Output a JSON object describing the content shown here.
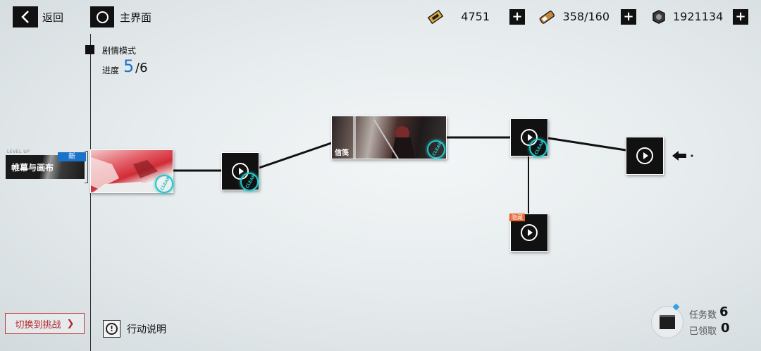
{
  "topbar": {
    "back_label": "返回",
    "home_label": "主界面",
    "resources": [
      {
        "icon": "gold-ticket-icon",
        "value": "4751",
        "color": "#e2a83a"
      },
      {
        "icon": "stamina-icon",
        "value": "358/160",
        "color": "#c9873a"
      },
      {
        "icon": "coin-icon",
        "value": "1921134",
        "color": "#3a3a3a"
      }
    ]
  },
  "mode": {
    "label": "剧情模式",
    "progress_label": "进度",
    "progress_current": "5",
    "progress_total": "/6"
  },
  "chapter": {
    "level_tag": "LEVEL UP",
    "title": "帷幕与画布",
    "badge": "新"
  },
  "stages": {
    "image_caption": "信笺",
    "clear_text": "CLEAR",
    "hidden_tag": "隐藏"
  },
  "bottom": {
    "switch_label": "切换到挑战",
    "switch_arrow": "❯",
    "info_icon_text": "!",
    "info_label": "行动说明",
    "task_label": "任务数",
    "task_value": "6",
    "claimed_label": "已领取",
    "claimed_value": "0"
  },
  "colors": {
    "accent_blue": "#1b73c9",
    "clear_cyan": "#23c6c9",
    "hidden_orange": "#e8622c",
    "switch_red": "#b3282c"
  }
}
